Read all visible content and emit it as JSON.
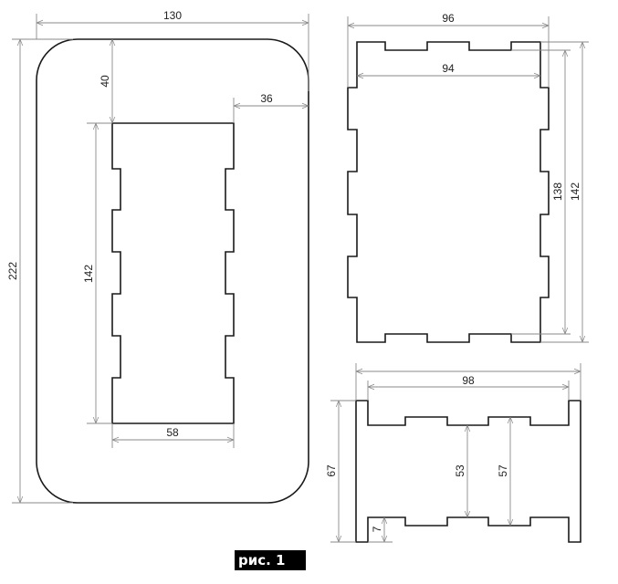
{
  "figure_caption": "рис. 1",
  "frame_part": {
    "dims": {
      "outer_width": "130",
      "outer_height": "222",
      "top_margin": "40",
      "side_margin": "36",
      "window_height": "142",
      "window_width": "58"
    }
  },
  "side_plate": {
    "dims": {
      "outer_width": "96",
      "inner_width": "94",
      "inner_height": "138",
      "outer_height": "142"
    }
  },
  "bottom_plate": {
    "dims": {
      "inner_width": "98",
      "height": "67",
      "inner_height_a": "53",
      "inner_height_b": "57",
      "tab_height": "7"
    }
  }
}
